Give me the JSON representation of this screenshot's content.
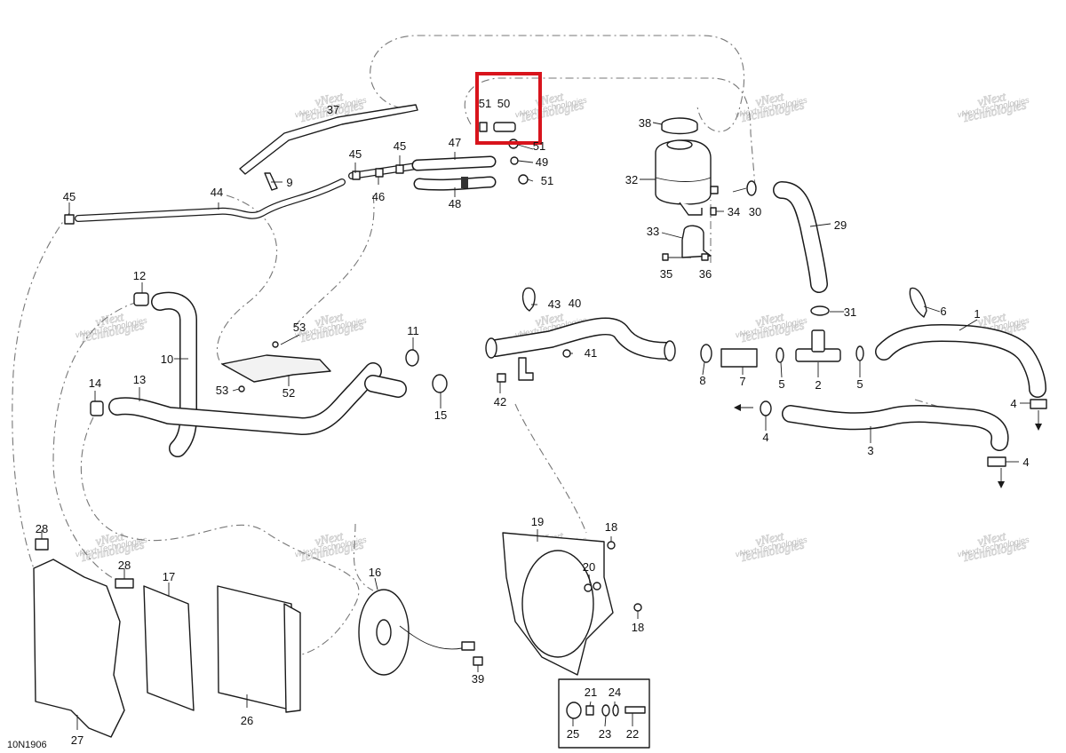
{
  "diagram_ref": "10N1906",
  "highlight_color": "#d8141c",
  "watermark": {
    "line1": "vNext",
    "line2": "Technologies",
    "combined": "vNext Technologies"
  },
  "callouts": {
    "c1": "1",
    "c2": "2",
    "c3": "3",
    "c4a": "4",
    "c4b": "4",
    "c4c": "4",
    "c5a": "5",
    "c5b": "5",
    "c6": "6",
    "c7": "7",
    "c8": "8",
    "c9": "9",
    "c10": "10",
    "c11": "11",
    "c12": "12",
    "c13": "13",
    "c14": "14",
    "c15": "15",
    "c16": "16",
    "c17": "17",
    "c18a": "18",
    "c18b": "18",
    "c19": "19",
    "c20": "20",
    "c21": "21",
    "c22": "22",
    "c23": "23",
    "c24": "24",
    "c25": "25",
    "c26": "26",
    "c27": "27",
    "c28a": "28",
    "c28b": "28",
    "c29": "29",
    "c30": "30",
    "c31": "31",
    "c32": "32",
    "c33": "33",
    "c34": "34",
    "c35": "35",
    "c36": "36",
    "c37": "37",
    "c38": "38",
    "c39": "39",
    "c40": "40",
    "c41": "41",
    "c42": "42",
    "c43": "43",
    "c44": "44",
    "c45a": "45",
    "c45b": "45",
    "c45c": "45",
    "c46": "46",
    "c47": "47",
    "c48": "48",
    "c49": "49",
    "c50": "50",
    "c51a": "51",
    "c51b": "51",
    "c51c": "51",
    "c52": "52",
    "c53a": "53",
    "c53b": "53"
  }
}
